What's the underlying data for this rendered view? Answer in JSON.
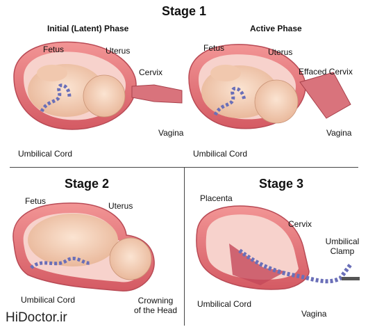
{
  "stage1": {
    "title": "Stage 1",
    "latent": {
      "title": "Initial (Latent) Phase",
      "labels": {
        "fetus": "Fetus",
        "uterus": "Uterus",
        "cervix": "Cervix",
        "vagina": "Vagina",
        "cord": "Umbilical Cord"
      }
    },
    "active": {
      "title": "Active Phase",
      "labels": {
        "fetus": "Fetus",
        "uterus": "Uterus",
        "cervix": "Effaced Cervix",
        "vagina": "Vagina",
        "cord": "Umbilical Cord"
      }
    }
  },
  "stage2": {
    "title": "Stage 2",
    "labels": {
      "fetus": "Fetus",
      "uterus": "Uterus",
      "cord": "Umbilical Cord",
      "crowning": [
        "Crowning",
        "of the Head"
      ]
    }
  },
  "stage3": {
    "title": "Stage 3",
    "labels": {
      "placenta": "Placenta",
      "cervix": "Cervix",
      "clamp": [
        "Umbilical",
        "Clamp"
      ],
      "cord": "Umbilical Cord",
      "vagina": "Vagina"
    }
  },
  "watermark": "HiDoctor.ir"
}
